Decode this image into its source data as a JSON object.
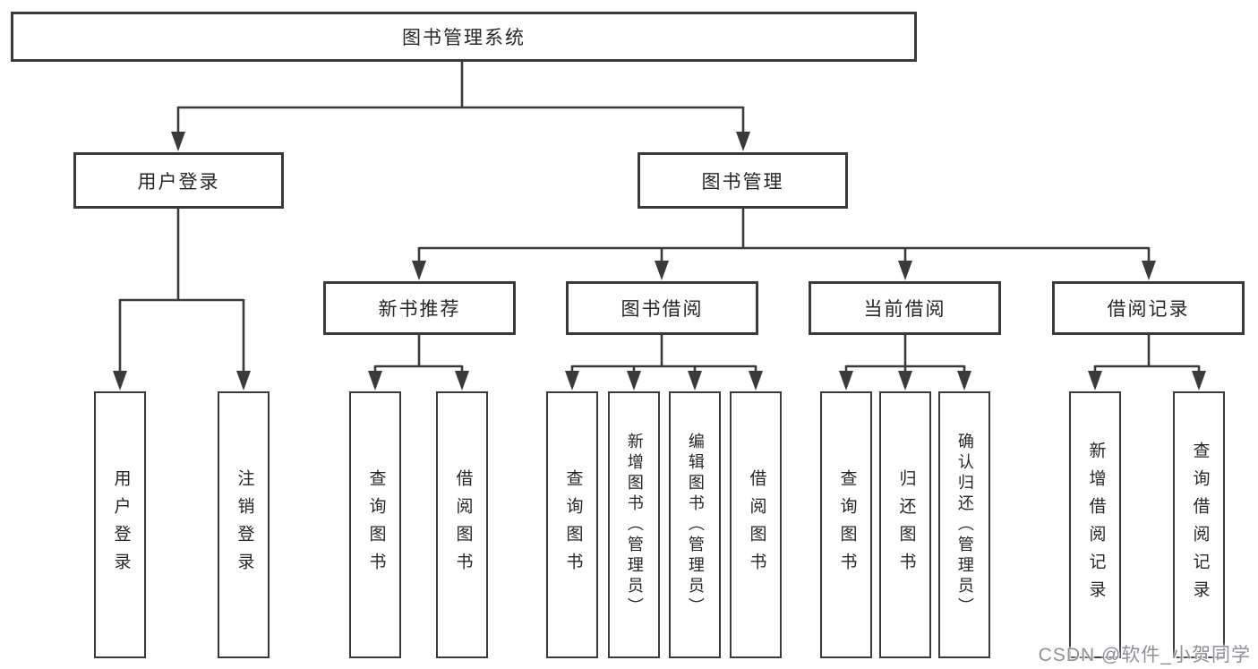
{
  "diagram": {
    "root": {
      "label": "图书管理系统"
    },
    "level2": [
      {
        "label": "用户登录"
      },
      {
        "label": "图书管理"
      }
    ],
    "level3": [
      {
        "label": "新书推荐"
      },
      {
        "label": "图书借阅"
      },
      {
        "label": "当前借阅"
      },
      {
        "label": "借阅记录"
      }
    ],
    "leaves": [
      {
        "label": "用户登录"
      },
      {
        "label": "注销登录"
      },
      {
        "label": "查询图书"
      },
      {
        "label": "借阅图书"
      },
      {
        "label": "查询图书"
      },
      {
        "label": "新增图书（管理员）"
      },
      {
        "label": "编辑图书（管理员）"
      },
      {
        "label": "借阅图书"
      },
      {
        "label": "查询图书"
      },
      {
        "label": "归还图书"
      },
      {
        "label": "确认归还（管理员）"
      },
      {
        "label": "新增借阅记录"
      },
      {
        "label": "查询借阅记录"
      }
    ]
  },
  "watermark": {
    "text": "CSDN @软件_小贺同学"
  },
  "colors": {
    "line": "#3a3a3a",
    "text": "#262626",
    "box_background": "#ffffff",
    "watermark": "#8f8f97",
    "background": "#ffffff"
  }
}
